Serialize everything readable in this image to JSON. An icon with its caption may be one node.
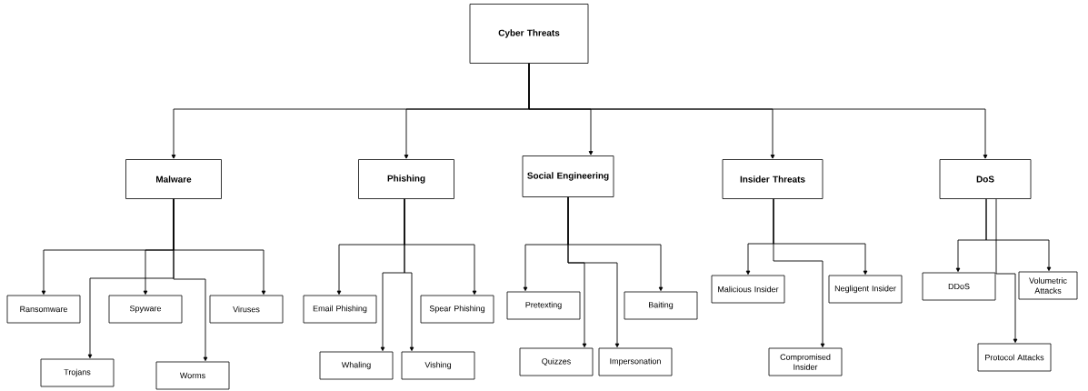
{
  "diagram": {
    "nodes": [
      {
        "text": [
          "Cyber Threats"
        ]
      },
      {
        "text": [
          "Malware"
        ]
      },
      {
        "text": [
          "Phishing"
        ]
      },
      {
        "text": [
          "Social Engineering"
        ]
      },
      {
        "text": [
          "Insider Threats"
        ]
      },
      {
        "text": [
          "DoS"
        ]
      },
      {
        "text": [
          "Ransomware"
        ]
      },
      {
        "text": [
          "Spyware"
        ]
      },
      {
        "text": [
          "Viruses"
        ]
      },
      {
        "text": [
          "Trojans"
        ]
      },
      {
        "text": [
          "Worms"
        ]
      },
      {
        "text": [
          "Email Phishing"
        ]
      },
      {
        "text": [
          "Spear Phishing"
        ]
      },
      {
        "text": [
          "Whaling"
        ]
      },
      {
        "text": [
          "Vishing"
        ]
      },
      {
        "text": [
          "Pretexting"
        ]
      },
      {
        "text": [
          "Baiting"
        ]
      },
      {
        "text": [
          "Quizzes"
        ]
      },
      {
        "text": [
          "Impersonation"
        ]
      },
      {
        "text": [
          "Malicious Insider"
        ]
      },
      {
        "text": [
          "Negligent Insider"
        ]
      },
      {
        "text": [
          "Compromised Insider"
        ]
      },
      {
        "text": [
          "DDoS"
        ]
      },
      {
        "text": [
          "Volumetric Attacks"
        ]
      },
      {
        "text": [
          "Protocol Attacks"
        ]
      }
    ],
    "edges": [
      {
        "from": 0,
        "to": 1,
        "arrow": "to"
      },
      {
        "from": 0,
        "to": 2,
        "arrow": "to"
      },
      {
        "from": 0,
        "to": 3,
        "arrow": "to"
      },
      {
        "from": 0,
        "to": 4,
        "arrow": "to"
      },
      {
        "from": 0,
        "to": 5,
        "arrow": "to"
      },
      {
        "from": 1,
        "to": 6,
        "arrow": "to"
      },
      {
        "from": 1,
        "to": 7,
        "arrow": "to"
      },
      {
        "from": 1,
        "to": 8,
        "arrow": "to"
      },
      {
        "from": 1,
        "to": 9,
        "arrow": "to"
      },
      {
        "from": 1,
        "to": 10,
        "arrow": "to"
      },
      {
        "from": 2,
        "to": 11,
        "arrow": "to"
      },
      {
        "from": 2,
        "to": 12,
        "arrow": "to"
      },
      {
        "from": 2,
        "to": 13,
        "arrow": "to"
      },
      {
        "from": 2,
        "to": 14,
        "arrow": "to"
      },
      {
        "from": 3,
        "to": 15,
        "arrow": "to"
      },
      {
        "from": 3,
        "to": 16,
        "arrow": "to"
      },
      {
        "from": 3,
        "to": 17,
        "arrow": "to"
      },
      {
        "from": 3,
        "to": 18,
        "arrow": "to"
      },
      {
        "from": 4,
        "to": 19,
        "arrow": "to"
      },
      {
        "from": 4,
        "to": 20,
        "arrow": "to"
      },
      {
        "from": 4,
        "to": 21,
        "arrow": "to"
      },
      {
        "from": 5,
        "to": 22,
        "arrow": "to"
      },
      {
        "from": 5,
        "to": 23,
        "arrow": "to"
      },
      {
        "from": 5,
        "to": 24,
        "arrow": "to"
      }
    ]
  }
}
